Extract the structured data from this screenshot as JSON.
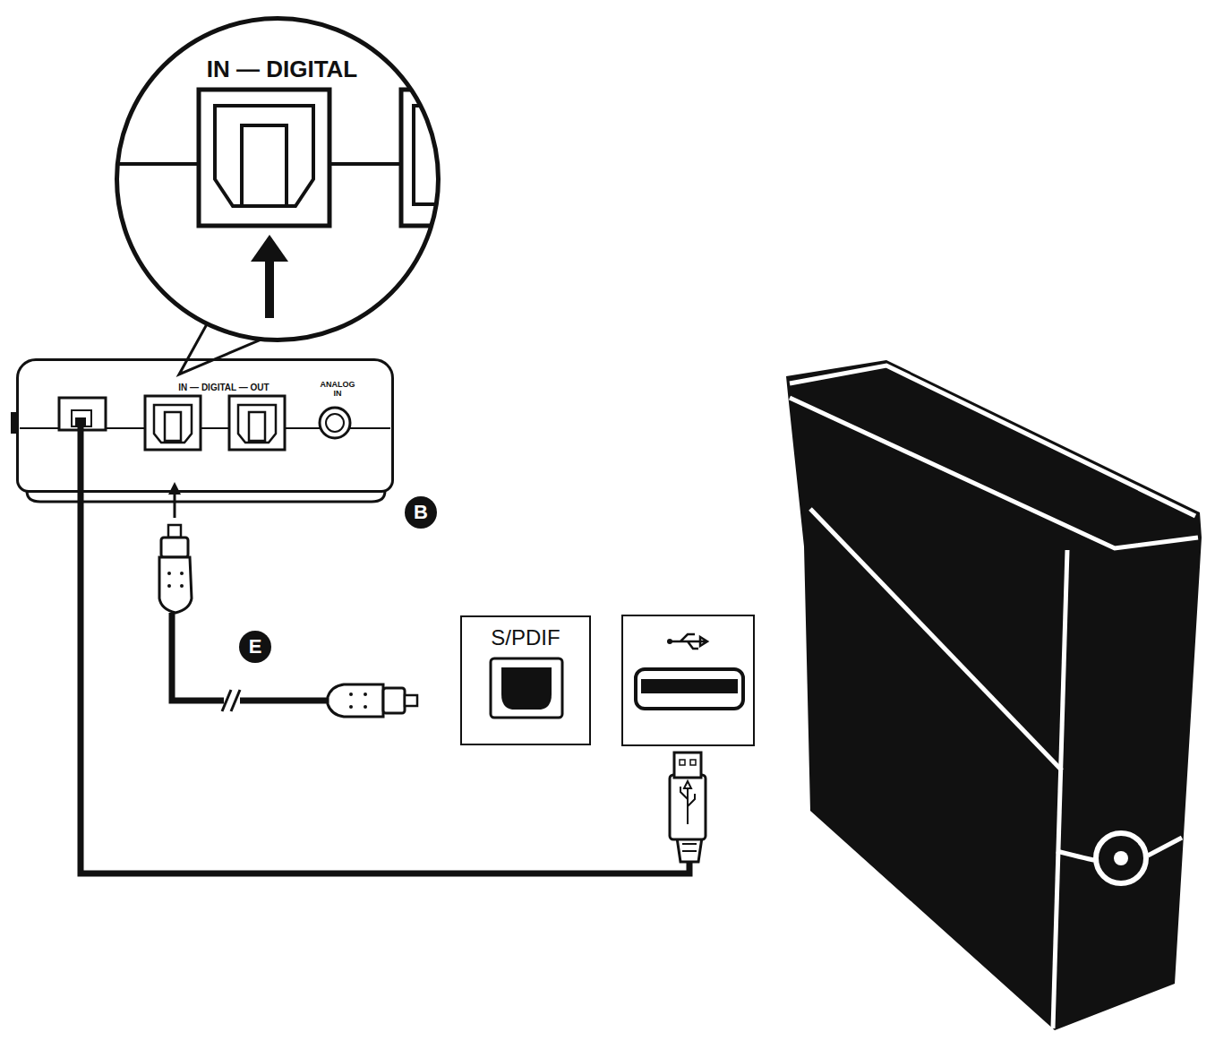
{
  "diagram": {
    "nodes": [
      {
        "text": [
          "IN — DIGITAL"
        ]
      },
      {
        "text": [
          "IN — DIGITAL — OUT",
          "ANALOG IN"
        ]
      },
      {
        "text": [
          "S/PDIF"
        ]
      }
    ],
    "edges": [
      {
        "from": 1,
        "to": 0,
        "arrow": "none"
      }
    ],
    "labels": [
      "B",
      "E"
    ]
  }
}
